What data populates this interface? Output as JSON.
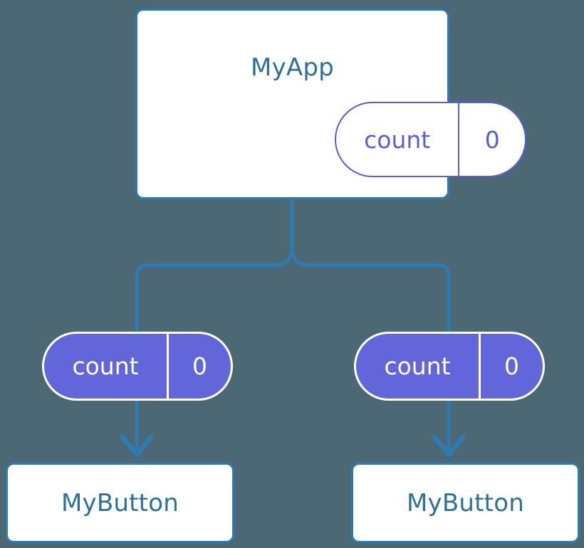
{
  "diagram": {
    "title_text": "MyApp",
    "background_color": "#4c6875",
    "connector_color": "#2e7bb0",
    "component_border_color": "#2e7bb0",
    "component_text_color": "#2d7198",
    "state_accent_color": "#6366d8",
    "state_outline_color": "#5b5fd6"
  },
  "root": {
    "name": "MyApp",
    "state": {
      "key": "count",
      "value": "0"
    }
  },
  "children": [
    {
      "prop": {
        "key": "count",
        "value": "0"
      },
      "name": "MyButton"
    },
    {
      "prop": {
        "key": "count",
        "value": "0"
      },
      "name": "MyButton"
    }
  ]
}
